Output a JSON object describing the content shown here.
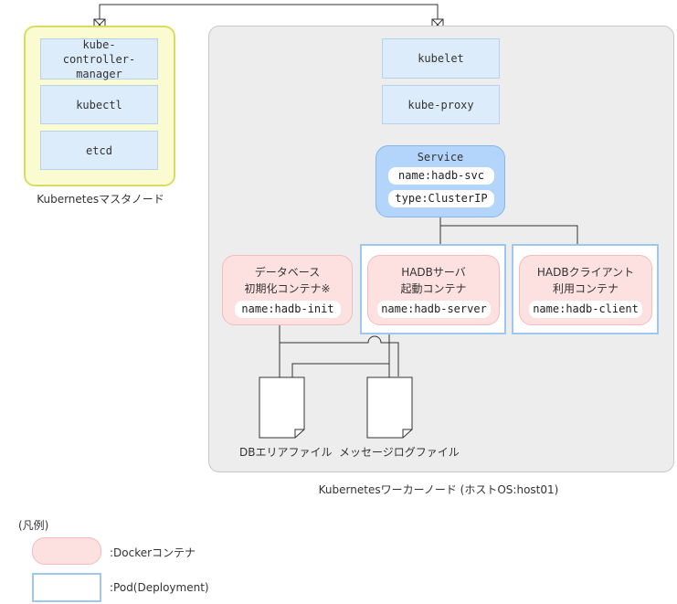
{
  "master_node": {
    "caption": "Kubernetesマスタノード",
    "components": [
      "kube-controller-manager",
      "kubectl",
      "etcd"
    ]
  },
  "worker_node": {
    "caption": "Kubernetesワーカーノード (ホストOS:host01)",
    "components": [
      "kubelet",
      "kube-proxy"
    ],
    "service": {
      "title": "Service",
      "name": "name:hadb-svc",
      "type": "type:ClusterIP"
    },
    "init_container": {
      "label_line1": "データベース",
      "label_line2": "初期化コンテナ※",
      "name": "name:hadb-init"
    },
    "server_container": {
      "label_line1": "HADBサーバ",
      "label_line2": "起動コンテナ",
      "name": "name:hadb-server"
    },
    "client_container": {
      "label_line1": "HADBクライアント",
      "label_line2": "利用コンテナ",
      "name": "name:hadb-client"
    },
    "files": [
      "DBエリアファイル",
      "メッセージログファイル"
    ]
  },
  "legend": {
    "title": "(凡例)",
    "container_label": ":Dockerコンテナ",
    "pod_label": ":Pod(Deployment)"
  }
}
